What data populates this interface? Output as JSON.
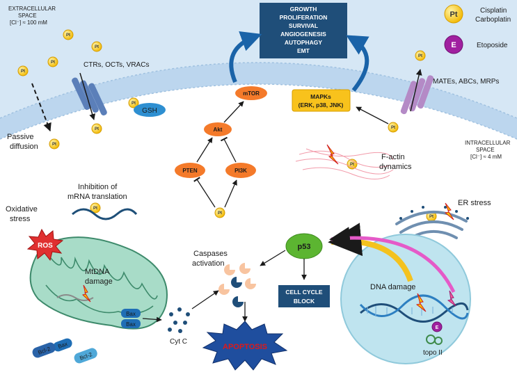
{
  "colors": {
    "extracellular_bg": "#cfe2f3",
    "membrane": "#b8d4ec",
    "pt_ball": "#f7d117",
    "etoposide": "#a020a0",
    "pathway_node": "#f47a2a",
    "mapk_box": "#f8c21c",
    "dark_box": "#1f4e79",
    "p53": "#5cb531",
    "apoptosis": "#cc1010",
    "nucleus": "#bfe4ef"
  },
  "regions": {
    "extracellular_line1": "EXTRACELLULAR",
    "extracellular_line2": "SPACE",
    "extracellular_conc": "[Cl⁻] ≈ 100 mM",
    "intracellular_line1": "INTRACELLULAR",
    "intracellular_line2": "SPACE",
    "intracellular_conc": "[Cl⁻] ≈ 4 mM"
  },
  "legend": {
    "pt_symbol": "Pt",
    "pt_label1": "Cisplatin",
    "pt_label2": "Carboplatin",
    "e_symbol": "E",
    "e_label": "Etoposide"
  },
  "outcomes": {
    "line1": "GROWTH",
    "line2": "PROLIFERATION",
    "line3": "SURVIVAL",
    "line4": "ANGIOGENESIS",
    "line5": "AUTOPHAGY",
    "line6": "EMT"
  },
  "transporters": {
    "influx": "CTRs, OCTs, VRACs",
    "efflux": "MATEs, ABCs, MRPs"
  },
  "labels": {
    "passive1": "Passive",
    "passive2": "diffusion",
    "gsh": "GSH",
    "mtor": "mTOR",
    "akt": "Akt",
    "pten": "PTEN",
    "pi3k": "PI3K",
    "mapk1": "MAPKs",
    "mapk2": "(ERK, p38, JNK)",
    "factin1": "F-actin",
    "factin2": "dynamics",
    "inhib1": "Inhibition of",
    "inhib2": "mRNA translation",
    "oxidative1": "Oxidative",
    "oxidative2": "stress",
    "ros": "ROS",
    "mtdna1": "MtDNA",
    "mtdna2": "damage",
    "bax": "Bax",
    "bcl2": "Bcl-2",
    "cytc": "Cyt C",
    "caspases1": "Caspases",
    "caspases2": "activation",
    "p53": "p53",
    "cellcycle1": "CELL CYCLE",
    "cellcycle2": "BLOCK",
    "apoptosis": "APOPTOSIS",
    "er_stress": "ER stress",
    "dna_damage": "DNA damage",
    "topo": "topo II"
  }
}
